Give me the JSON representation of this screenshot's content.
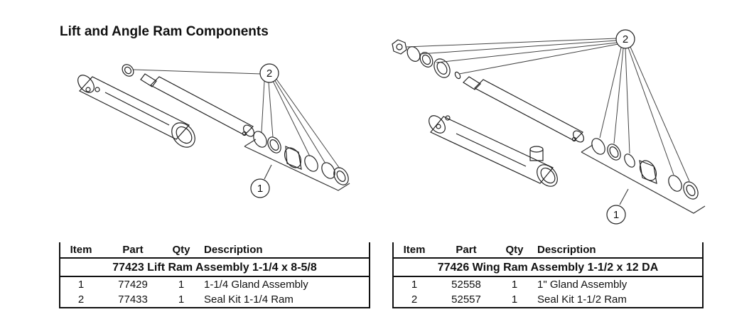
{
  "title": "Lift and Angle Ram Components",
  "callouts": {
    "left_seal": "2",
    "left_gland": "1",
    "right_seal": "2",
    "right_gland": "1"
  },
  "tables": [
    {
      "caption": "77423  Lift Ram Assembly 1-1/4 x 8-5/8",
      "headers": [
        "Item",
        "Part",
        "Qty",
        "Description"
      ],
      "rows": [
        [
          "1",
          "77429",
          "1",
          "1-1/4 Gland Assembly"
        ],
        [
          "2",
          "77433",
          "1",
          "Seal Kit 1-1/4 Ram"
        ]
      ]
    },
    {
      "caption": "77426  Wing Ram Assembly 1-1/2 x 12 DA",
      "headers": [
        "Item",
        "Part",
        "Qty",
        "Description"
      ],
      "rows": [
        [
          "1",
          "52558",
          "1",
          "1\" Gland Assembly"
        ],
        [
          "2",
          "52557",
          "1",
          "Seal Kit 1-1/2 Ram"
        ]
      ]
    }
  ]
}
